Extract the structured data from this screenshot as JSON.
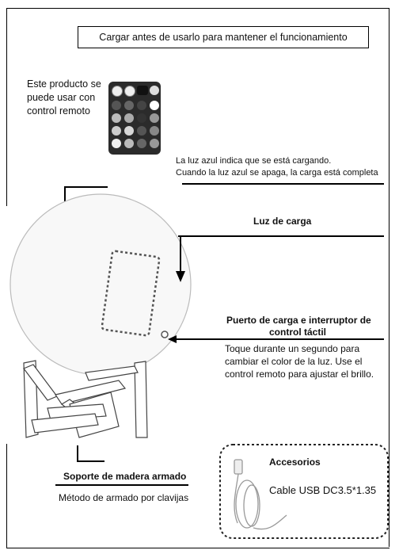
{
  "banner": "Cargar antes de usarlo para mantener el funcionamiento",
  "remote_caption": "Este producto se puede usar con control remoto",
  "charging_note": {
    "line1": "La luz azul indica que se está cargando.",
    "line2": "Cuando la luz azul se apaga, la carga está completa"
  },
  "charge_light_label": "Luz de carga",
  "port": {
    "title_line1": "Puerto de carga e interruptor de",
    "title_line2": "control táctil",
    "desc_line1": "Toque durante un segundo para",
    "desc_line2": "cambiar el color de la luz. Use el",
    "desc_line3": "control remoto para ajustar el brillo."
  },
  "stand": {
    "title": "Soporte de madera armado",
    "subtitle": "Método de armado por clavijas"
  },
  "accessories": {
    "title": "Accesorios",
    "item": "Cable USB DC3.5*1.35"
  },
  "colors": {
    "line": "#000000",
    "sphere": "#f8f8f8",
    "wood": "#ffffff"
  }
}
